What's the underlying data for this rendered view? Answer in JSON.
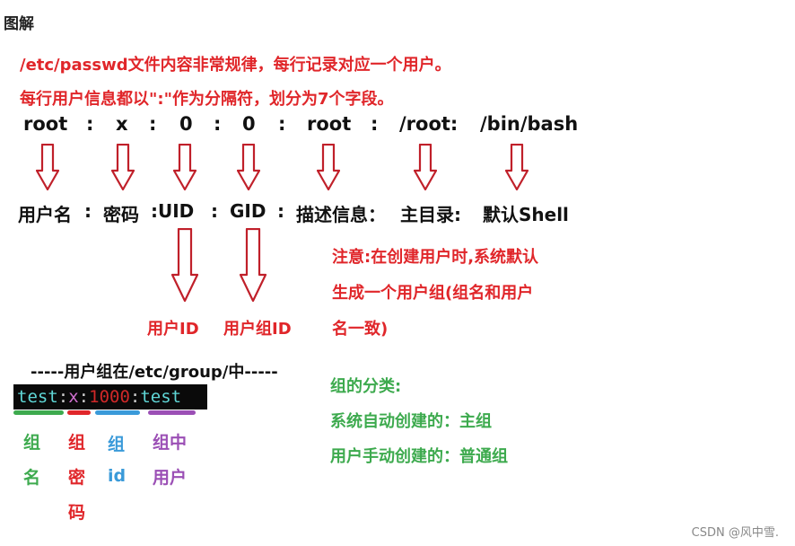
{
  "heading": "图解",
  "intro": {
    "line1": "/etc/passwd文件内容非常规律，每行记录对应一个用户。",
    "line2": "每行用户信息都以\":\"作为分隔符，划分为7个字段。"
  },
  "fields": {
    "f1": "root",
    "s1": ":",
    "f2": "x",
    "s2": ":",
    "f3": "0",
    "s3": ":",
    "f4": "0",
    "s4": ":",
    "f5": "root",
    "s5": ":",
    "f6": "/root:",
    "f7": "/bin/bash"
  },
  "labels": {
    "l1": "用户名",
    "c1": ":",
    "l2": "密码",
    "l3": ":UID",
    "c3": ":",
    "l4": "GID",
    "c4": ":",
    "l5": "描述信息：",
    "l6": "主目录:",
    "l7": "默认Shell"
  },
  "sub_labels": {
    "uid": "用户ID",
    "gid": "用户组ID"
  },
  "note": {
    "line1": "注意:在创建用户时,系统默认",
    "line2": "生成一个用户组(组名和用户",
    "line3": "名一致)"
  },
  "group": {
    "title": "-----用户组在/etc/group/中-----",
    "terminal": {
      "p1": "test",
      "c1": ":",
      "p2": "x",
      "c2": ":",
      "p3": "1000",
      "c3": ":",
      "p4": "test"
    },
    "columns": {
      "c1a": "组",
      "c1b": "名",
      "c2a": "组",
      "c2b": "密",
      "c2c": "码",
      "c3a": "组",
      "c3b": "id",
      "c4a": "组中",
      "c4b": "用户"
    },
    "colors": {
      "green": "#3daa4e",
      "red": "#e0262a",
      "blue": "#3a9ad9",
      "purple": "#9b4fb5"
    }
  },
  "classification": {
    "title": "组的分类:",
    "line1": "系统自动创建的：主组",
    "line2": "用户手动创建的：普通组"
  },
  "watermark": "CSDN @风中雪."
}
